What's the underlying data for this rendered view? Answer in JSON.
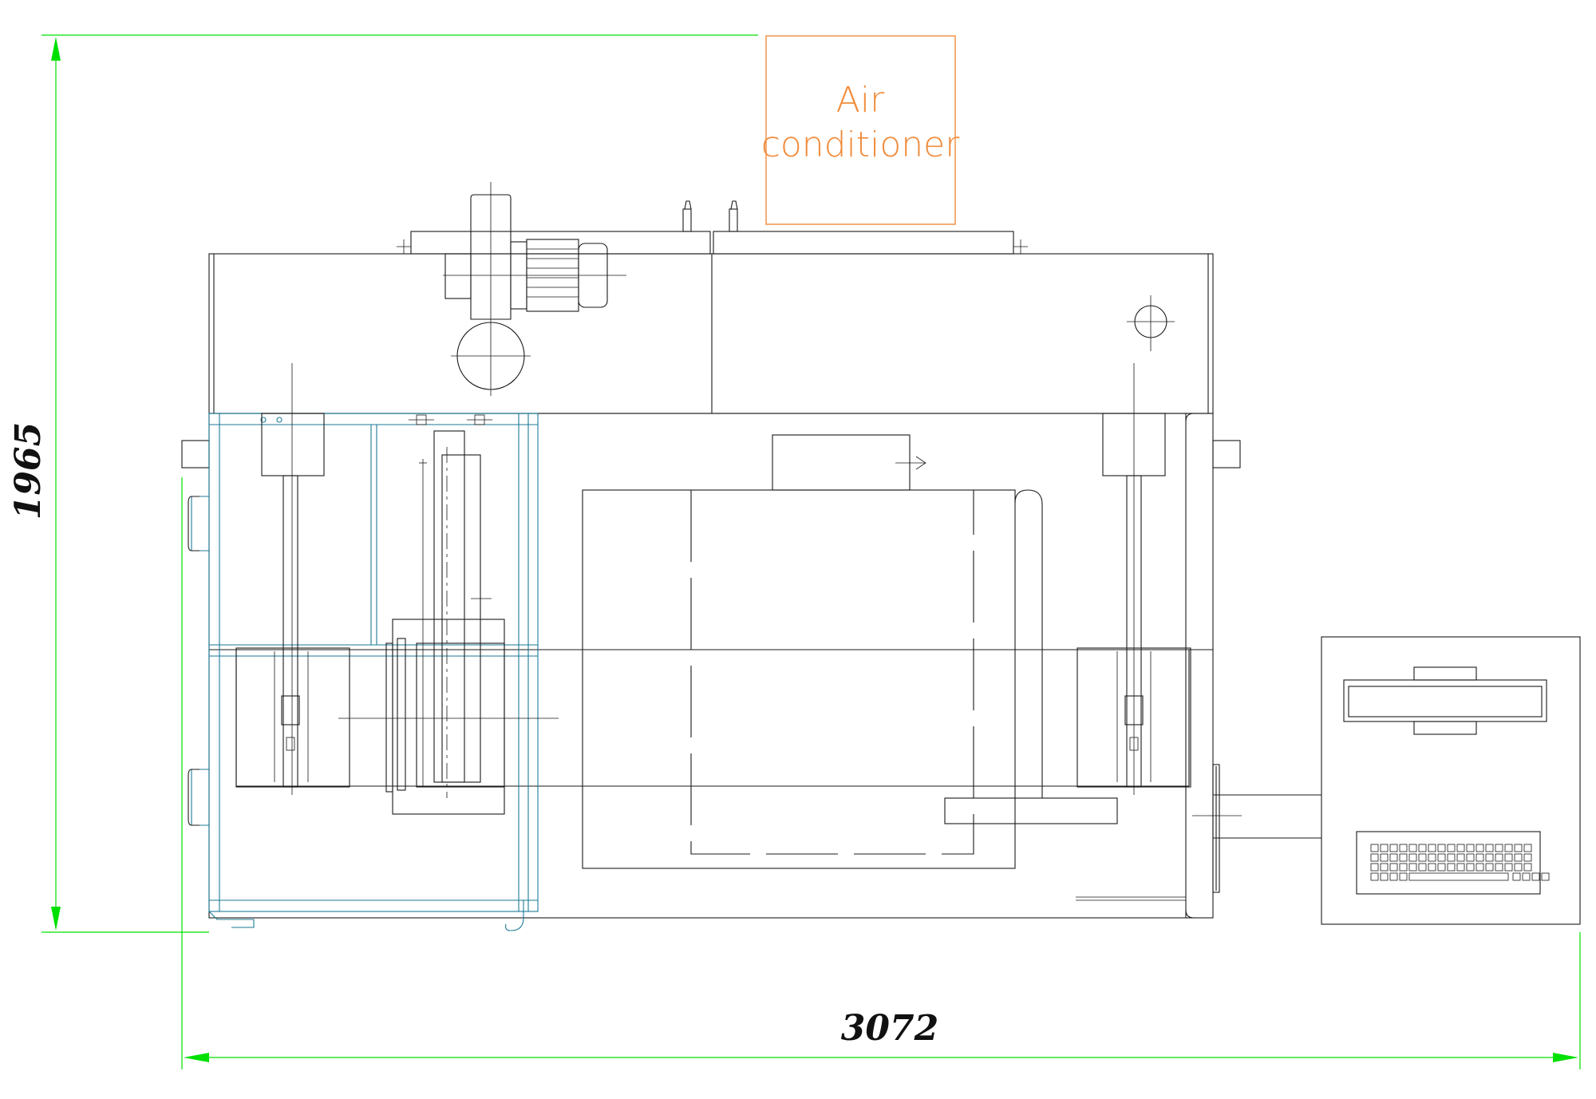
{
  "labels": {
    "air_conditioner_line1": "Air",
    "air_conditioner_line2": "conditioner"
  },
  "dimensions": {
    "height": "1965",
    "width": "3072"
  },
  "colors": {
    "dimension_lines": "#00e000",
    "air_conditioner": "#f08c3c",
    "cyan_assembly": "#1b7a96",
    "machine_outline": "#1a1a1a"
  }
}
